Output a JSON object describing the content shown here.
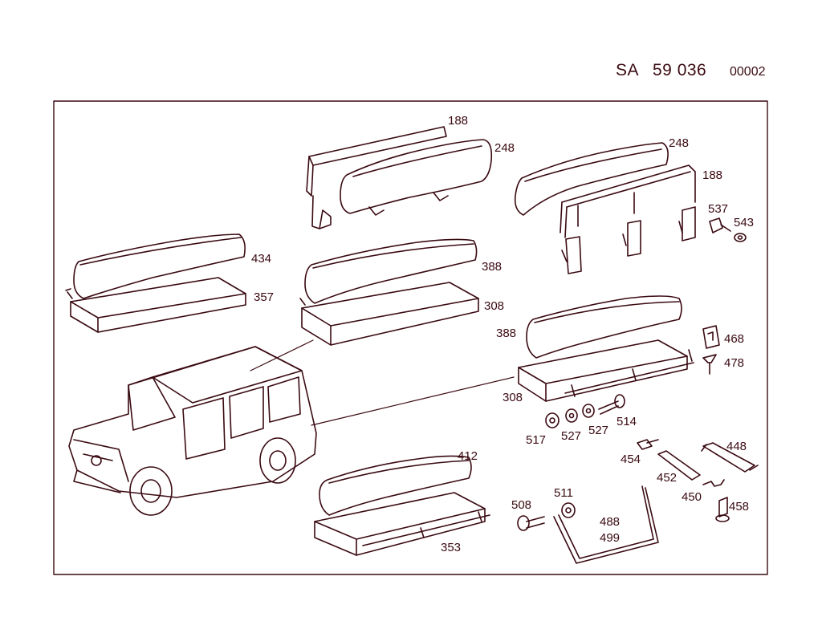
{
  "header": {
    "prefix": "SA",
    "number": "59 036",
    "sheet": "00002"
  },
  "part_labels": [
    "188",
    "248",
    "248",
    "188",
    "537",
    "543",
    "434",
    "357",
    "388",
    "308",
    "388",
    "308",
    "468",
    "478",
    "514",
    "517",
    "527",
    "527",
    "448",
    "454",
    "452",
    "450",
    "458",
    "412",
    "353",
    "508",
    "511",
    "488",
    "499"
  ],
  "colors": {
    "line": "#3a0a12",
    "frame": "#3a0a12",
    "background": "#ffffff"
  }
}
